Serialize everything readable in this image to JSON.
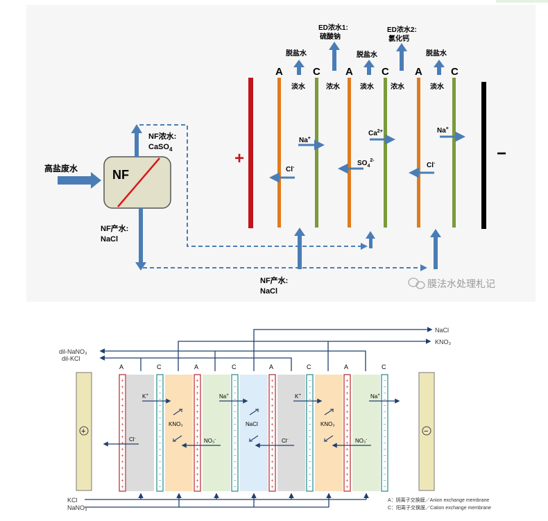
{
  "top": {
    "feed_label": "高盐废水",
    "nf_box_label": "NF",
    "nf_concentrate_label": "NF浓水:",
    "nf_concentrate_formula": "CaSO",
    "nf_concentrate_sub": "4",
    "nf_permeate_label_left": "NF产水:",
    "nf_permeate_formula_left": "NaCl",
    "nf_permeate_label_bottom": "NF产水:",
    "nf_permeate_formula_bottom": "NaCl",
    "ed_conc1_title": "ED浓水1:",
    "ed_conc1_product": "硫酸钠",
    "ed_conc2_title": "ED浓水2:",
    "ed_conc2_product": "氯化钙",
    "desalted_label": "脱盐水",
    "membrane_A": "A",
    "membrane_C": "C",
    "dilute_label": "淡水",
    "concentrate_label": "浓水",
    "plus_sign": "+",
    "minus_sign": "−",
    "ion_na": "Na",
    "ion_na_sup": "+",
    "ion_cl": "Cl",
    "ion_cl_sup": "-",
    "ion_ca": "Ca",
    "ion_ca_sup": "2+",
    "ion_so4": "SO",
    "ion_so4_sub": "4",
    "ion_so4_sup": "2-",
    "watermark": "膜法水处理札记",
    "colors": {
      "flow": "#4a7db5",
      "anode": "#c0161b",
      "cathode": "#000000",
      "anion_membrane": "#e07b1c",
      "cation_membrane": "#7b9a3c",
      "nf_box": "#e3e0c9"
    }
  },
  "bottom": {
    "out_nacl": "NaCl",
    "out_kno3": "KNO₃",
    "out_dil_nano3": "dil-NaNO₃",
    "out_dil_kcl": "dil-KCl",
    "in_kcl": "KCl",
    "in_nano3": "NaNO₃",
    "membrane_A": "A",
    "membrane_C": "C",
    "electrode_plus": "+",
    "electrode_minus": "−",
    "product_kno3": "KNO₃",
    "product_nacl": "NaCl",
    "ion_k": "K",
    "ion_k_sup": "+",
    "ion_na": "Na",
    "ion_na_sup": "+",
    "ion_cl": "Cl",
    "ion_cl_sup": "-",
    "ion_no3": "NO₃",
    "ion_no3_sup": "-",
    "legend_A": "A：阴离子交换膜／Anion exchange membrane",
    "legend_C": "C：阳离子交换膜／Cation exchange membrane",
    "colors": {
      "line": "#1f3f6e",
      "electrode": "#ede7b8",
      "grey_cell": "#dcdcdc",
      "orange_cell": "#fbe0b8",
      "green_cell": "#e2efd6",
      "blue_cell": "#dcecf8"
    }
  }
}
